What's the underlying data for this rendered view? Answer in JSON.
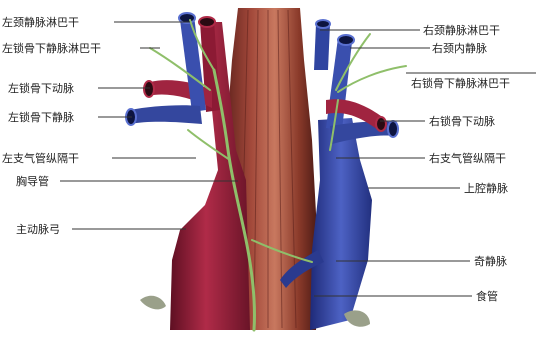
{
  "labels": {
    "left": {
      "l1": "左颈静脉淋巴干",
      "l2": "左锁骨下静脉淋巴干",
      "l3": "左锁骨下动脉",
      "l4": "左锁骨下静脉",
      "l5": "左支气管纵隔干",
      "l6": "胸导管",
      "l7": "主动脉弓"
    },
    "right": {
      "r1": "右颈静脉淋巴干",
      "r2": "右颈内静脉",
      "r3": "右锁骨下静脉淋巴干",
      "r4": "右锁骨下动脉",
      "r5": "右支气管纵隔干",
      "r6": "上腔静脉",
      "r7": "奇静脉",
      "r8": "食管"
    }
  },
  "colors": {
    "artery": "#9b1e3a",
    "artery_dark": "#6e1228",
    "vein": "#3a4fae",
    "vein_dark": "#1f2d7a",
    "esophagus": "#8a3a2a",
    "lymph": "#8fbf6a",
    "leader": "#333333"
  }
}
